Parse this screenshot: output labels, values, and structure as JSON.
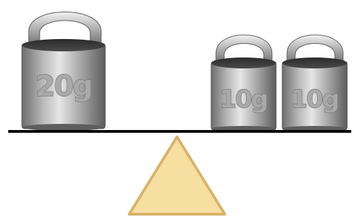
{
  "weights": {
    "left": {
      "label": "20g"
    },
    "right_1": {
      "label": "10g"
    },
    "right_2": {
      "label": "10g"
    }
  },
  "colors": {
    "beam": "#000000",
    "fulcrum_fill": "#f6dfa0",
    "fulcrum_stroke": "#d9b36a",
    "metal_light": "#e4e4e4",
    "metal_mid": "#b3b3b3",
    "metal_dark": "#6d6d6d"
  }
}
